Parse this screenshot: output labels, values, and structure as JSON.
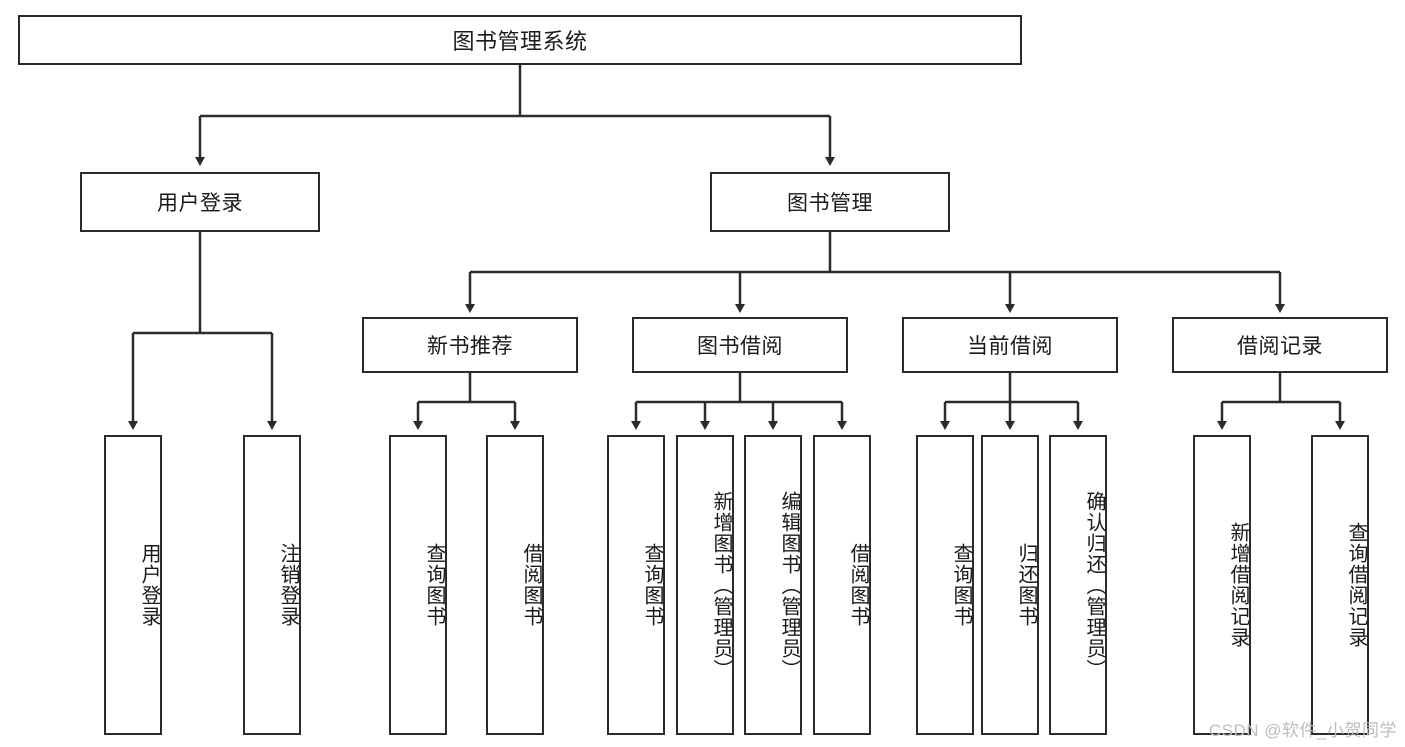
{
  "diagram": {
    "title": "图书管理系统",
    "type": "hierarchy-tree",
    "root": {
      "label": "图书管理系统"
    },
    "level2": [
      {
        "label": "用户登录"
      },
      {
        "label": "图书管理"
      }
    ],
    "level3": [
      {
        "label": "新书推荐"
      },
      {
        "label": "图书借阅"
      },
      {
        "label": "当前借阅"
      },
      {
        "label": "借阅记录"
      }
    ],
    "leaves": {
      "user_login": [
        {
          "label": "用户登录"
        },
        {
          "label": "注销登录"
        }
      ],
      "new_book_recommend": [
        {
          "label": "查询图书"
        },
        {
          "label": "借阅图书"
        }
      ],
      "book_borrow": [
        {
          "label": "查询图书"
        },
        {
          "label": "新增图书（管理员）"
        },
        {
          "label": "编辑图书（管理员）"
        },
        {
          "label": "借阅图书"
        }
      ],
      "current_borrow": [
        {
          "label": "查询图书"
        },
        {
          "label": "归还图书"
        },
        {
          "label": "确认归还（管理员）"
        }
      ],
      "borrow_record": [
        {
          "label": "新增借阅记录"
        },
        {
          "label": "查询借阅记录"
        }
      ]
    }
  },
  "watermark": {
    "text": "CSDN @软件_小贺同学"
  },
  "colors": {
    "stroke": "#2b2b2b",
    "fill": "#ffffff",
    "text": "#1a1a1a",
    "watermark": "#bdbdbd"
  }
}
